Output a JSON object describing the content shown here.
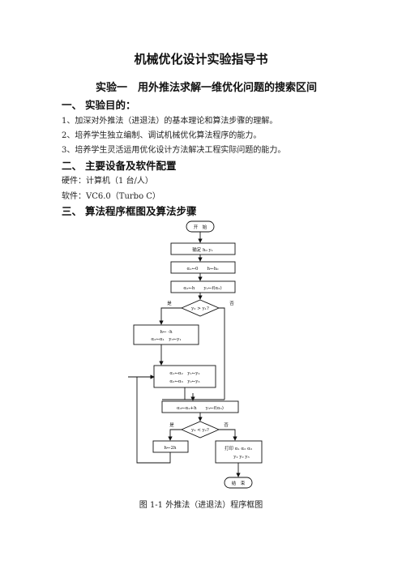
{
  "title": "机械优化设计实验指导书",
  "subtitle": "实验一　用外推法求解一维优化问题的搜索区间",
  "sections": [
    {
      "num": "一、",
      "heading": "实验目的："
    },
    {
      "num": "二、",
      "heading": "主要设备及软件配置"
    },
    {
      "num": "三、",
      "heading": "算法程序框图及算法步骤"
    }
  ],
  "objectives": [
    "1、加深对外推法（进退法）的基本理论和算法步骤的理解。",
    "2、培养学生独立编制、调试机械优化算法程序的能力。",
    "3、培养学生灵活运用优化设计方法解决工程实际问题的能力。"
  ],
  "equipment": [
    "硬件：计算机（1 台/人）",
    "软件：VC6.0（Turbo C）"
  ],
  "flowchart": {
    "start": "开　始",
    "input": "输定 h₀ y₁",
    "init": "α₁←0　　h←h₀",
    "step": "α₂←h　　y₂←f(α₂)",
    "cond1": "y₂ > y₁?",
    "cond1_yes": "是",
    "cond1_no": "否",
    "reverse_1": "h← -h",
    "reverse_2": "α₃←α₁　y₃←y₁",
    "swap_1": "α₁←α₂　y₁←y₂",
    "swap_2": "α₂←α₃　y₂←y₃",
    "advance": "α₃←α₂+h　　y₃←f(α₃)",
    "cond2": "y₃ < y₂?",
    "cond2_yes": "是",
    "cond2_no": "否",
    "double": "h←2h",
    "print_1": "打印 α₁ α₂ α₃",
    "print_2": "y₁ y₂ y₃",
    "end": "结　束"
  },
  "caption": "图 1-1  外推法（进退法）程序框图"
}
